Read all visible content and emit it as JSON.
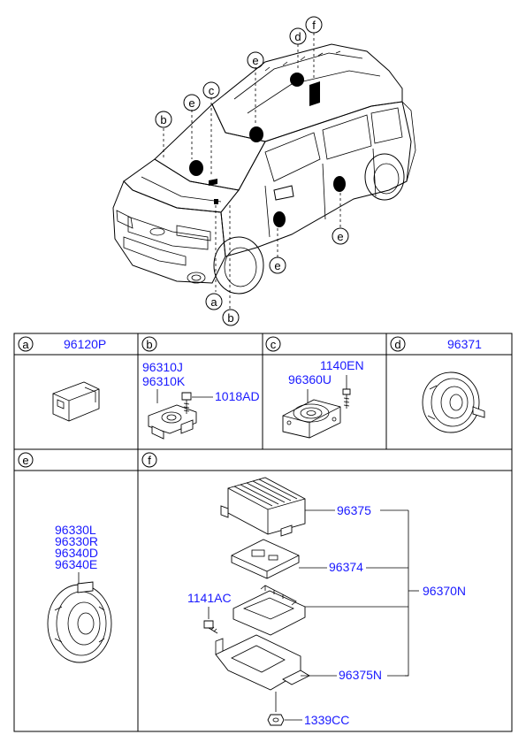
{
  "car_callouts": {
    "a": "a",
    "b_top": "b",
    "b_bottom": "b",
    "c": "c",
    "d": "d",
    "e_top": "e",
    "e_left": "e",
    "e_mid": "e",
    "e_right": "e",
    "f": "f"
  },
  "cells": {
    "a": {
      "letter": "a",
      "parts": [
        "96120P"
      ]
    },
    "b": {
      "letter": "b",
      "parts": [
        "96310J",
        "96310K",
        "1018AD"
      ]
    },
    "c": {
      "letter": "c",
      "parts": [
        "1140EN",
        "96360U"
      ]
    },
    "d": {
      "letter": "d",
      "parts": [
        "96371"
      ]
    },
    "e": {
      "letter": "e",
      "parts": [
        "96330L",
        "96330R",
        "96340D",
        "96340E"
      ]
    },
    "f": {
      "letter": "f",
      "parts": [
        "96375",
        "96374",
        "96370N",
        "1141AC",
        "96375N",
        "1339CC"
      ]
    }
  },
  "colors": {
    "part_number": "#1a1aff",
    "line": "#000000"
  }
}
